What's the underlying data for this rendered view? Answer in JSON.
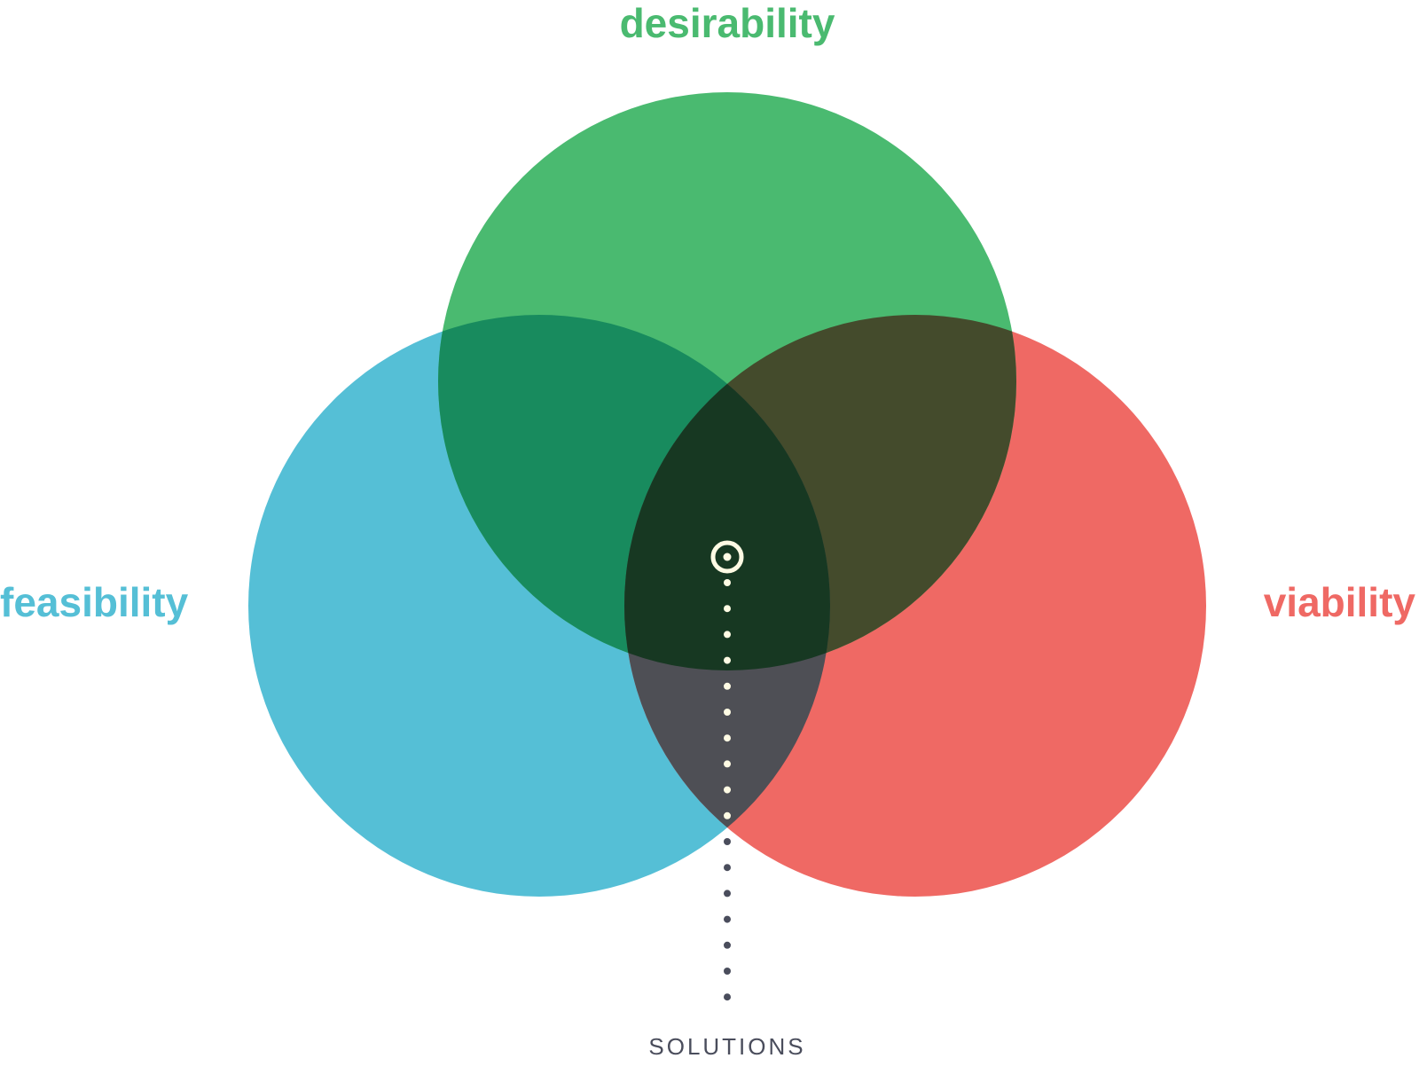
{
  "labels": {
    "desirability": "desirability",
    "feasibility": "feasibility",
    "viability": "viability",
    "solutions": "SOLUTIONS"
  },
  "colors": {
    "desirability": "#4aba70",
    "feasibility": "#55bfd6",
    "viability": "#ef6964",
    "desirability_feasibility": "#188b5e",
    "desirability_viability": "#444b2c",
    "feasibility_viability": "#4e4f55",
    "all_three": "#173822",
    "solutions_text": "#4a4d5c",
    "marker": "#fffbe4"
  },
  "icons": {
    "target_marker": "target-icon"
  }
}
